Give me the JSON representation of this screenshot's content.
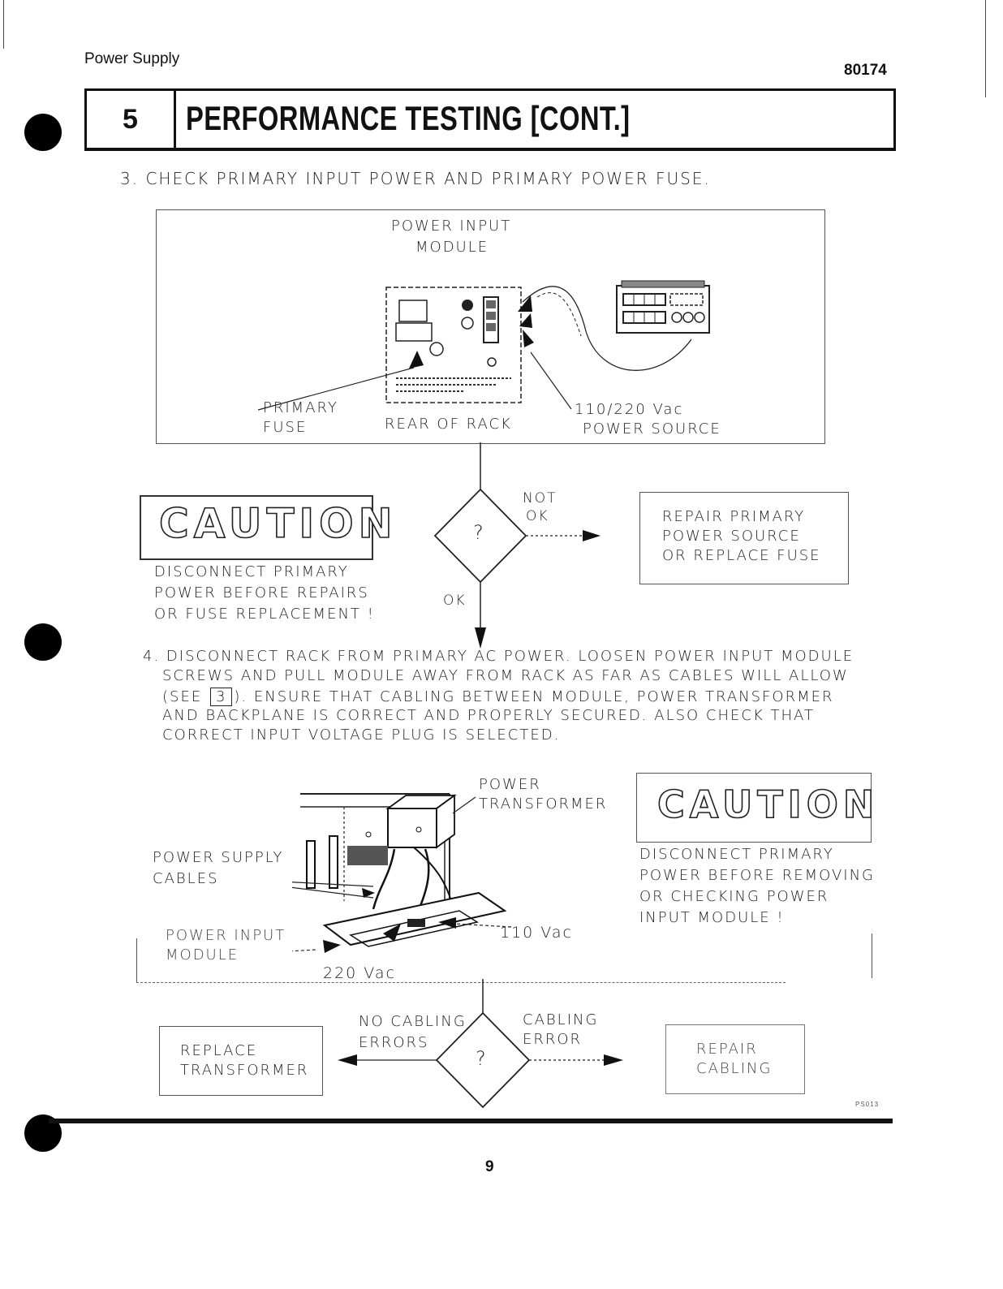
{
  "header": {
    "section": "Power Supply",
    "doc_number": "80174"
  },
  "banner": {
    "number": "5",
    "title": "PERFORMANCE TESTING [CONT.]"
  },
  "step3": {
    "text": "3. CHECK PRIMARY INPUT POWER AND PRIMARY POWER FUSE."
  },
  "diagram1": {
    "module_label_1": "POWER INPUT",
    "module_label_2": "MODULE",
    "fuse_label_1": "PRIMARY",
    "fuse_label_2": "FUSE",
    "rack_label": "REAR OF RACK",
    "source_label_1": "110/220 Vac",
    "source_label_2": "POWER SOURCE"
  },
  "flow1": {
    "decision": "?",
    "not_ok_1": "NOT",
    "not_ok_2": "OK",
    "ok": "OK",
    "action_1": "REPAIR PRIMARY",
    "action_2": "POWER SOURCE",
    "action_3": "OR REPLACE FUSE"
  },
  "caution1": {
    "word": "CAUTION",
    "line1": "DISCONNECT PRIMARY",
    "line2": "POWER BEFORE REPAIRS",
    "line3": "OR FUSE REPLACEMENT !"
  },
  "step4": {
    "line1": "4. DISCONNECT RACK FROM PRIMARY AC POWER. LOOSEN POWER INPUT MODULE",
    "line2": "SCREWS AND PULL MODULE AWAY FROM RACK AS FAR AS CABLES WILL ALLOW",
    "line3a": "(SEE",
    "line3ref": "3",
    "line3b": "). ENSURE THAT CABLING BETWEEN MODULE, POWER TRANSFORMER",
    "line4": "AND BACKPLANE IS CORRECT AND PROPERLY SECURED. ALSO CHECK THAT",
    "line5": "CORRECT INPUT VOLTAGE PLUG IS SELECTED."
  },
  "diagram2": {
    "transformer_1": "POWER",
    "transformer_2": "TRANSFORMER",
    "cables_1": "POWER SUPPLY",
    "cables_2": "CABLES",
    "module_1": "POWER INPUT",
    "module_2": "MODULE",
    "v110": "110 Vac",
    "v220": "220 Vac"
  },
  "caution2": {
    "word": "CAUTION",
    "line1": "DISCONNECT PRIMARY",
    "line2": "POWER BEFORE REMOVING",
    "line3": "OR CHECKING POWER",
    "line4": "INPUT MODULE !"
  },
  "flow2": {
    "decision": "?",
    "left_1": "NO CABLING",
    "left_2": "ERRORS",
    "right_1": "CABLING",
    "right_2": "ERROR",
    "left_action_1": "REPLACE",
    "left_action_2": "TRANSFORMER",
    "right_action_1": "REPAIR",
    "right_action_2": "CABLING"
  },
  "footer": {
    "code": "PS013",
    "page": "9"
  }
}
